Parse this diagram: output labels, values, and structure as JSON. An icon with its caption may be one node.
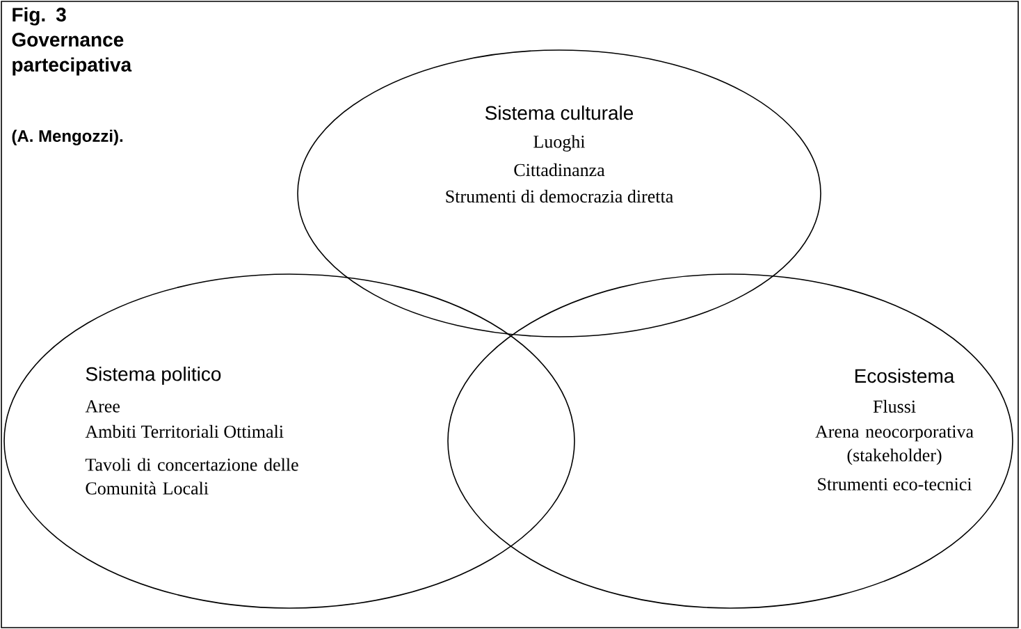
{
  "diagram": {
    "title": "Fig. 3 Governance partecipativa",
    "nodes": [
      {
        "text": [
          "Sistema culturale",
          "Luoghi",
          "Cittadinanza",
          "Strumenti di democrazia diretta"
        ]
      },
      {
        "text": [
          "Sistema politico",
          "Aree",
          "Ambiti Territoriali Ottimali",
          "Tavoli di concertazione delle Comunità Locali"
        ]
      },
      {
        "text": [
          "Ecosistema",
          "Flussi",
          "Arena neocorporativa (stakeholder)",
          "Strumenti eco-tecnici"
        ]
      }
    ],
    "edges": [],
    "labels": [
      "(A. Mengozzi)."
    ]
  }
}
